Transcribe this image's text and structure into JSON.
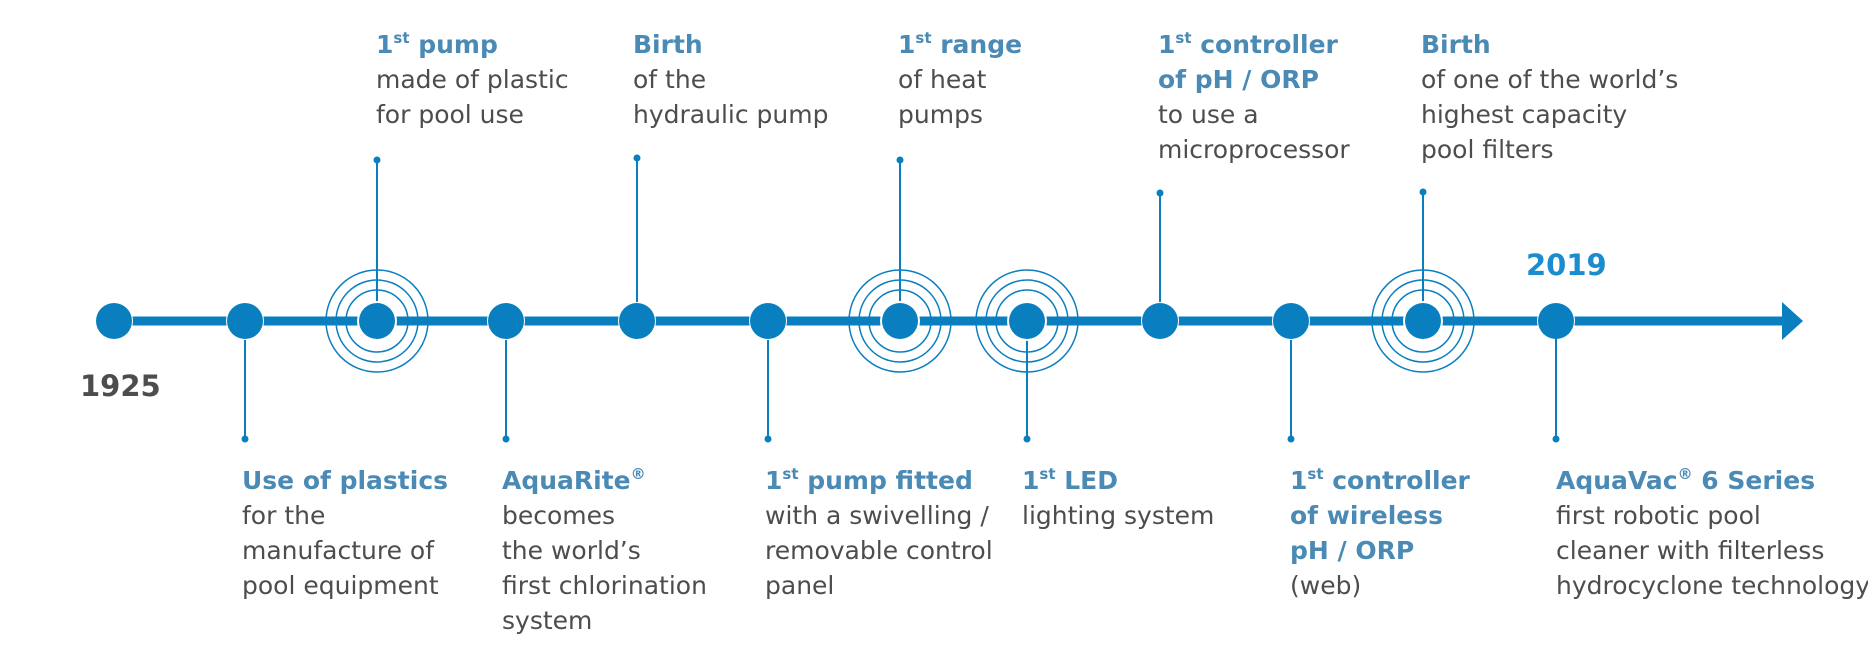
{
  "colors": {
    "accent": "#0a7fc0",
    "title": "#4a8ab4",
    "body_text": "#4d4d4d",
    "start_year": "#4d4d4d",
    "end_year": "#1a8ccf"
  },
  "years": {
    "start": "1925",
    "end": "2019"
  },
  "milestones": [
    {
      "id": "plastics-use",
      "side": "below",
      "highlight": false,
      "title_sup": "",
      "title_text": "Use of plastics",
      "lines": [
        "for the",
        "manufacture of",
        "pool equipment"
      ]
    },
    {
      "id": "first-plastic-pump",
      "side": "above",
      "highlight": true,
      "title_sup": "st",
      "title_text": " pump",
      "title_prefix": "1",
      "lines": [
        "made of plastic",
        "for pool use"
      ]
    },
    {
      "id": "aquarite",
      "side": "below",
      "highlight": false,
      "title_sup": "®",
      "title_text": "AquaRite",
      "lines": [
        "becomes",
        "the world’s",
        "first chlorination",
        "system"
      ]
    },
    {
      "id": "hydraulic-pump",
      "side": "above",
      "highlight": false,
      "title_sup": "",
      "title_text": "Birth",
      "lines": [
        "of the",
        "hydraulic pump"
      ]
    },
    {
      "id": "swivelling-pump",
      "side": "below",
      "highlight": false,
      "title_sup": "st",
      "title_text": " pump fitted",
      "title_prefix": "1",
      "lines": [
        "with a swivelling /",
        "removable control",
        "panel"
      ]
    },
    {
      "id": "heat-pumps",
      "side": "above",
      "highlight": true,
      "title_sup": "st",
      "title_text": " range",
      "title_prefix": "1",
      "lines": [
        "of heat",
        "pumps"
      ]
    },
    {
      "id": "led-lighting",
      "side": "below",
      "highlight": true,
      "title_sup": "st",
      "title_text": " LED",
      "title_prefix": "1",
      "lines": [
        "lighting system"
      ]
    },
    {
      "id": "ph-orp-controller",
      "side": "above",
      "highlight": false,
      "title_sup": "st",
      "title_text": " controller",
      "title_prefix": "1",
      "title_line2": "of pH / ORP",
      "lines": [
        "to use a",
        "microprocessor"
      ]
    },
    {
      "id": "wireless-controller",
      "side": "below",
      "highlight": false,
      "title_sup": "st",
      "title_text": " controller",
      "title_prefix": "1",
      "title_line2": "of wireless",
      "title_line3": "pH / ORP",
      "lines": [
        "(web)"
      ]
    },
    {
      "id": "pool-filters",
      "side": "above",
      "highlight": true,
      "title_sup": "",
      "title_text": "Birth",
      "lines": [
        "of one of the world’s",
        "highest capacity",
        "pool filters"
      ]
    },
    {
      "id": "aquavac",
      "side": "below",
      "highlight": false,
      "title_sup": "®",
      "title_text": "AquaVac",
      "title_suffix": " 6 Series",
      "lines": [
        "first robotic pool",
        "cleaner with filterless",
        "hydrocyclone technology"
      ]
    }
  ]
}
